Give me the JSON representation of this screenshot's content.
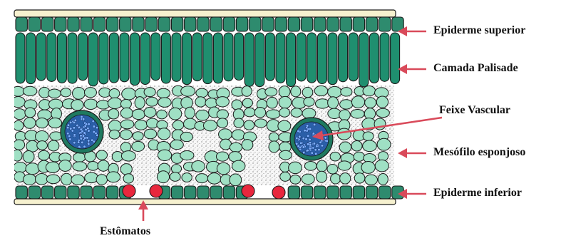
{
  "labels": {
    "epiderme_superior": "Epiderme superior",
    "camada_palisade": "Camada Palisade",
    "feixe_vascular": "Feixe Vascular",
    "mesofilo_esponjoso": "Mesófilo esponjoso",
    "epiderme_inferior": "Epiderme inferior",
    "estomatos": "Estômatos"
  },
  "colors": {
    "epidermis": "#2e8b6e",
    "palisade": "#1f8f6f",
    "spongy": "#9fe0c4",
    "bundle": "#3d6fd1",
    "stoma": "#e8273d",
    "outline": "#1a1a1a",
    "arrow": "#d94a5a",
    "cuticle": "#f6f1cf"
  }
}
